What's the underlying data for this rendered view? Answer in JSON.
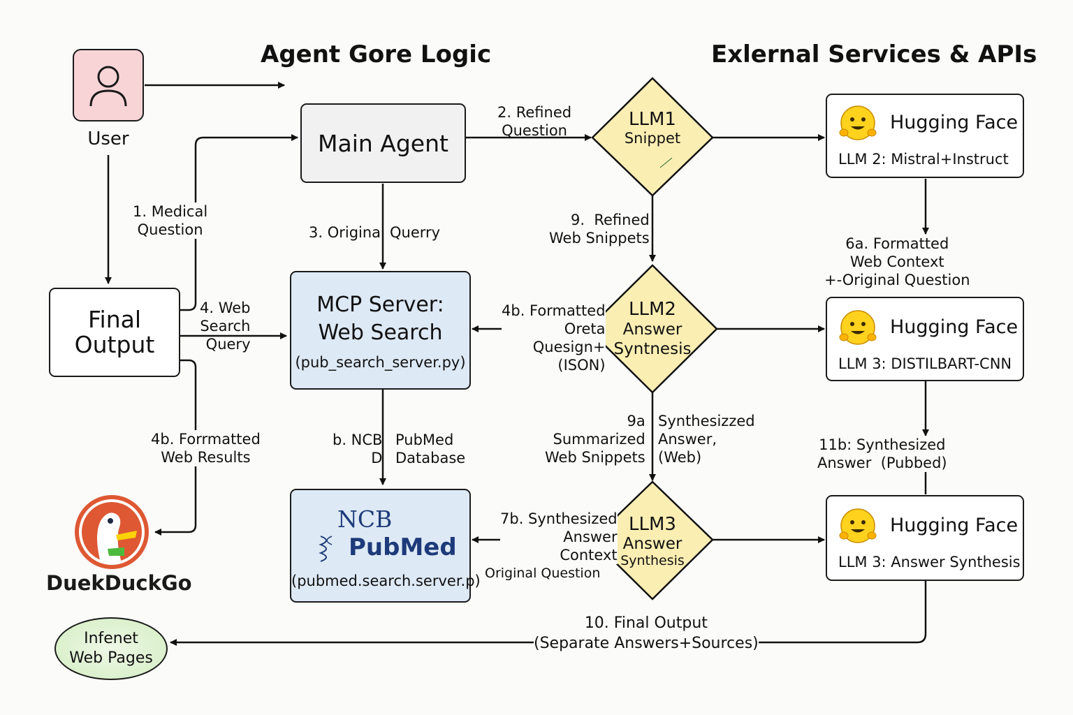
{
  "titles": {
    "core": "Agent Gore Logic",
    "external": "Exlernal Services & APIs"
  },
  "nodes": {
    "user": "User",
    "final_output": "Final\nOutput",
    "main_agent": "Main Agent",
    "mcp_title": "MCP Server:\nWeb Search",
    "mcp_file": "(pub_search_server.py)",
    "ncbi_logo_top": "NCB",
    "ncbi_logo_bottom": "PubMed",
    "ncbi_file": "(pubmed.search.server.p)",
    "duckduckgo": "DuekDuckGo",
    "internet": "Infenet\nWeb Pages",
    "llm1_title": "LLM1",
    "llm1_sub": "Snippet",
    "llm2_title": "LLM2",
    "llm2_sub": "Answer\nSyntnesis",
    "llm3_title": "LLM3",
    "llm3_sub1": "Answer",
    "llm3_sub2": "Synthesis",
    "hf1_name": "Hugging Face",
    "hf1_sub": "LLM 2: Mistral+Instruct",
    "hf2_name": "Hugging Face",
    "hf2_sub": "LLM 3: DISTILBART-CNN",
    "hf3_name": "Hugging Face",
    "hf3_sub": "LLM 3: Answer Synthesis"
  },
  "edges": {
    "medical_question": "1. Medical\nQuestion",
    "refined_question": "2. Refined\nQuestion",
    "original_query_a": "3. Original",
    "original_query_b": "Querry",
    "web_search_query": "4. Web\nSearch\nQuery",
    "formatted_oreta": "4b. Formatted\nOreta\nQuesign+\n(ISON)",
    "formatted_web_results": "4b. Forrmatted\nWeb Results",
    "ncbi_left": "b. NCB\nD",
    "ncbi_right": "PubMed\nDatabase",
    "formatted_web_context": "6a. Formatted\nWeb Context\n+-Original Question",
    "synthesized_answer_context": "7b. Synthesized\nAnswer\nContext",
    "original_question": "Original Question",
    "refined_web_snippets": "9.  Refined\nWeb Snippets",
    "summarized_snippets": "9a\nSummarized\nWeb Snippets",
    "synthesized_answer_web": "Synthesizzed\nAnswer,\n(Web)",
    "final_output_edge": "10. Final Output\n(Separate Answers+Sources)",
    "synthesized_pubbed": "11b: Synthesized\nAnswer  (Pubbed)"
  },
  "colors": {
    "user_fill": "#f9d4d6",
    "agent_fill": "#f1f1f1",
    "mcp_fill": "#dde9f5",
    "llm_fill": "#fbeeb3",
    "internet_fill": "#d8efc9",
    "ddg_red": "#de5833",
    "hf_yellow": "#ffd21e"
  }
}
